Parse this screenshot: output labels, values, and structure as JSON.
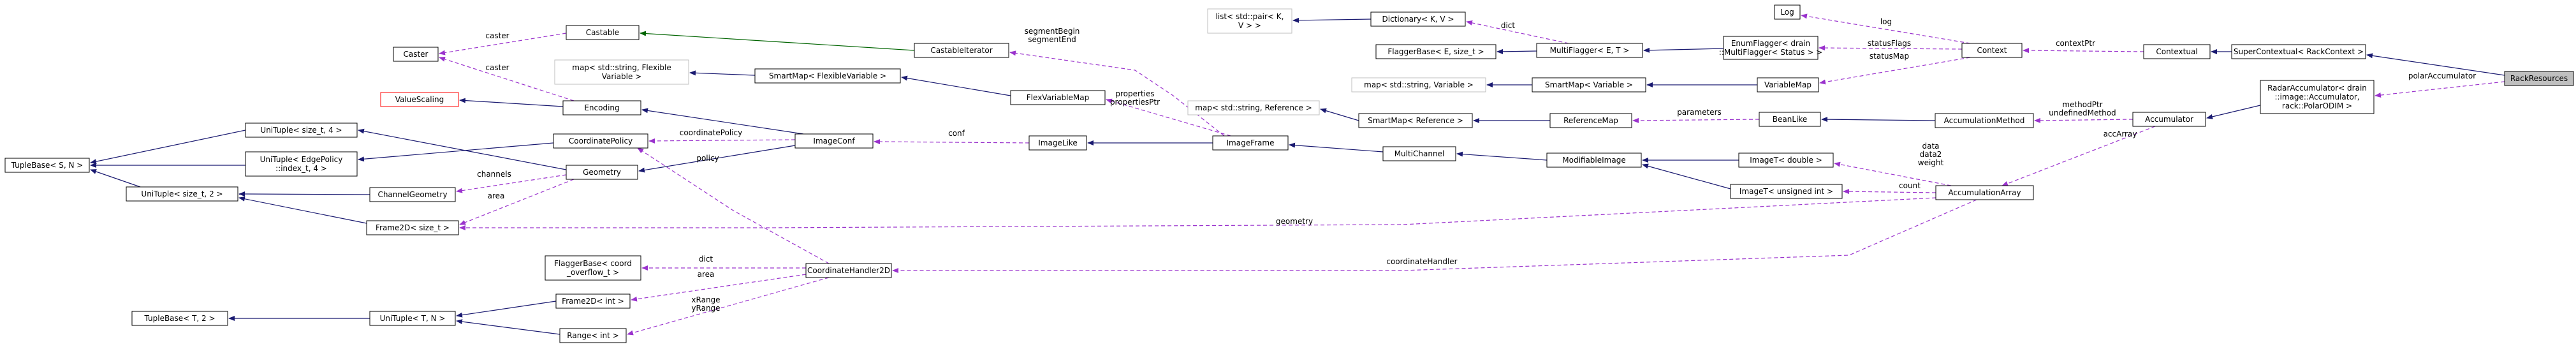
{
  "diagram": {
    "nodes": [
      {
        "id": "rack",
        "lines": [
          "RackResources"
        ],
        "style": "current"
      },
      {
        "id": "supercontextual",
        "lines": [
          "SuperContextual< RackContext >"
        ],
        "style": "normal"
      },
      {
        "id": "radar",
        "lines": [
          "RadarAccumulator< drain",
          "::image::Accumulator,",
          "rack::PolarODIM >"
        ],
        "style": "normal"
      },
      {
        "id": "contextual",
        "lines": [
          "Contextual"
        ],
        "style": "normal"
      },
      {
        "id": "accumulator",
        "lines": [
          "Accumulator"
        ],
        "style": "normal"
      },
      {
        "id": "context",
        "lines": [
          "Context"
        ],
        "style": "normal"
      },
      {
        "id": "log",
        "lines": [
          "Log"
        ],
        "style": "normal"
      },
      {
        "id": "enumflagger",
        "lines": [
          "EnumFlagger< drain",
          "::MultiFlagger< Status > >"
        ],
        "style": "normal"
      },
      {
        "id": "variablemap",
        "lines": [
          "VariableMap"
        ],
        "style": "normal"
      },
      {
        "id": "accmethod",
        "lines": [
          "AccumulationMethod"
        ],
        "style": "normal"
      },
      {
        "id": "accarray",
        "lines": [
          "AccumulationArray"
        ],
        "style": "normal"
      },
      {
        "id": "beanlike",
        "lines": [
          "BeanLike"
        ],
        "style": "normal"
      },
      {
        "id": "imgdouble",
        "lines": [
          "ImageT< double >"
        ],
        "style": "normal"
      },
      {
        "id": "imguint",
        "lines": [
          "ImageT< unsigned int >"
        ],
        "style": "normal"
      },
      {
        "id": "modimage",
        "lines": [
          "ModifiableImage"
        ],
        "style": "normal"
      },
      {
        "id": "refmap",
        "lines": [
          "ReferenceMap"
        ],
        "style": "normal"
      },
      {
        "id": "smartmapvar",
        "lines": [
          "SmartMap< Variable >"
        ],
        "style": "normal"
      },
      {
        "id": "mapvar",
        "lines": [
          "map< std::string, Variable >"
        ],
        "style": "muted"
      },
      {
        "id": "multiflagger",
        "lines": [
          "MultiFlagger< E, T >"
        ],
        "style": "normal"
      },
      {
        "id": "flaggerbase",
        "lines": [
          "FlaggerBase< E, size_t >"
        ],
        "style": "normal"
      },
      {
        "id": "dictionary",
        "lines": [
          "Dictionary< K, V >"
        ],
        "style": "normal"
      },
      {
        "id": "listpair",
        "lines": [
          "list< std::pair< K,",
          "V > >"
        ],
        "style": "muted"
      },
      {
        "id": "multichannel",
        "lines": [
          "MultiChannel"
        ],
        "style": "normal"
      },
      {
        "id": "smartmapref",
        "lines": [
          "SmartMap< Reference >"
        ],
        "style": "normal"
      },
      {
        "id": "mapref",
        "lines": [
          "map< std::string, Reference >"
        ],
        "style": "muted"
      },
      {
        "id": "imageframe",
        "lines": [
          "ImageFrame"
        ],
        "style": "normal"
      },
      {
        "id": "imagelike",
        "lines": [
          "ImageLike"
        ],
        "style": "normal"
      },
      {
        "id": "flexvarmap",
        "lines": [
          "FlexVariableMap"
        ],
        "style": "normal"
      },
      {
        "id": "smartmapflex",
        "lines": [
          "SmartMap< FlexibleVariable >"
        ],
        "style": "normal"
      },
      {
        "id": "mapflex",
        "lines": [
          "map< std::string, Flexible",
          "Variable >"
        ],
        "style": "muted"
      },
      {
        "id": "castableiter",
        "lines": [
          "CastableIterator"
        ],
        "style": "normal"
      },
      {
        "id": "castable",
        "lines": [
          "Castable"
        ],
        "style": "normal"
      },
      {
        "id": "caster",
        "lines": [
          "Caster"
        ],
        "style": "normal"
      },
      {
        "id": "encoding",
        "lines": [
          "Encoding"
        ],
        "style": "normal"
      },
      {
        "id": "valuescaling",
        "lines": [
          "ValueScaling"
        ],
        "style": "red"
      },
      {
        "id": "imageconf",
        "lines": [
          "ImageConf"
        ],
        "style": "normal"
      },
      {
        "id": "coordpolicy",
        "lines": [
          "CoordinatePolicy"
        ],
        "style": "normal"
      },
      {
        "id": "geometry",
        "lines": [
          "Geometry"
        ],
        "style": "normal"
      },
      {
        "id": "unituple4",
        "lines": [
          "UniTuple< size_t, 4 >"
        ],
        "style": "normal"
      },
      {
        "id": "unitupleedge",
        "lines": [
          "UniTuple< EdgePolicy",
          "::index_t, 4 >"
        ],
        "style": "normal"
      },
      {
        "id": "unituple2",
        "lines": [
          "UniTuple< size_t, 2 >"
        ],
        "style": "normal"
      },
      {
        "id": "tuplebaseSN",
        "lines": [
          "TupleBase< S, N >"
        ],
        "style": "normal"
      },
      {
        "id": "channelgeom",
        "lines": [
          "ChannelGeometry"
        ],
        "style": "normal"
      },
      {
        "id": "frame2dsize",
        "lines": [
          "Frame2D< size_t >"
        ],
        "style": "normal"
      },
      {
        "id": "coordhandler",
        "lines": [
          "CoordinateHandler2D"
        ],
        "style": "normal"
      },
      {
        "id": "flaggerbasecoord",
        "lines": [
          "FlaggerBase< coord",
          "_overflow_t >"
        ],
        "style": "normal"
      },
      {
        "id": "frame2dint",
        "lines": [
          "Frame2D< int >"
        ],
        "style": "normal"
      },
      {
        "id": "rangeint",
        "lines": [
          "Range< int >"
        ],
        "style": "normal"
      },
      {
        "id": "unitupleTN",
        "lines": [
          "UniTuple< T, N >"
        ],
        "style": "normal"
      },
      {
        "id": "tuplebaseT2",
        "lines": [
          "TupleBase< T, 2 >"
        ],
        "style": "normal"
      }
    ],
    "edge_labels": [
      {
        "id": "lbl-polaracc",
        "lines": [
          "polarAccumulator"
        ]
      },
      {
        "id": "lbl-contextptr",
        "lines": [
          "contextPtr"
        ]
      },
      {
        "id": "lbl-log",
        "lines": [
          "log"
        ]
      },
      {
        "id": "lbl-statusflags",
        "lines": [
          "statusFlags"
        ]
      },
      {
        "id": "lbl-statusmap",
        "lines": [
          "statusMap"
        ]
      },
      {
        "id": "lbl-dict",
        "lines": [
          "dict"
        ]
      },
      {
        "id": "lbl-methodptr",
        "lines": [
          "methodPtr",
          "undefinedMethod"
        ]
      },
      {
        "id": "lbl-accarray",
        "lines": [
          "accArray"
        ]
      },
      {
        "id": "lbl-parameters",
        "lines": [
          "parameters"
        ]
      },
      {
        "id": "lbl-data",
        "lines": [
          "data",
          "data2",
          "weight"
        ]
      },
      {
        "id": "lbl-count",
        "lines": [
          "count"
        ]
      },
      {
        "id": "lbl-segment",
        "lines": [
          "segmentBegin",
          "segmentEnd"
        ]
      },
      {
        "id": "lbl-properties",
        "lines": [
          "properties",
          "propertiesPtr"
        ]
      },
      {
        "id": "lbl-conf",
        "lines": [
          "conf"
        ]
      },
      {
        "id": "lbl-caster1",
        "lines": [
          "caster"
        ]
      },
      {
        "id": "lbl-caster2",
        "lines": [
          "caster"
        ]
      },
      {
        "id": "lbl-coordpolicy",
        "lines": [
          "coordinatePolicy"
        ]
      },
      {
        "id": "lbl-policy",
        "lines": [
          "policy"
        ]
      },
      {
        "id": "lbl-channels",
        "lines": [
          "channels"
        ]
      },
      {
        "id": "lbl-area1",
        "lines": [
          "area"
        ]
      },
      {
        "id": "lbl-geometry",
        "lines": [
          "geometry"
        ]
      },
      {
        "id": "lbl-coordhandler",
        "lines": [
          "coordinateHandler"
        ]
      },
      {
        "id": "lbl-dict2",
        "lines": [
          "dict"
        ]
      },
      {
        "id": "lbl-area2",
        "lines": [
          "area"
        ]
      },
      {
        "id": "lbl-xyrange",
        "lines": [
          "xRange",
          "yRange"
        ]
      }
    ],
    "colors": {
      "inheritance": "#191970",
      "usage": "#9a32cd",
      "template": "#ffa500",
      "public_inheritance_green": "#006400",
      "current_node_fill": "#bfbfbf",
      "muted_border": "#bfbfbf",
      "red_border": "#ff0000"
    }
  }
}
